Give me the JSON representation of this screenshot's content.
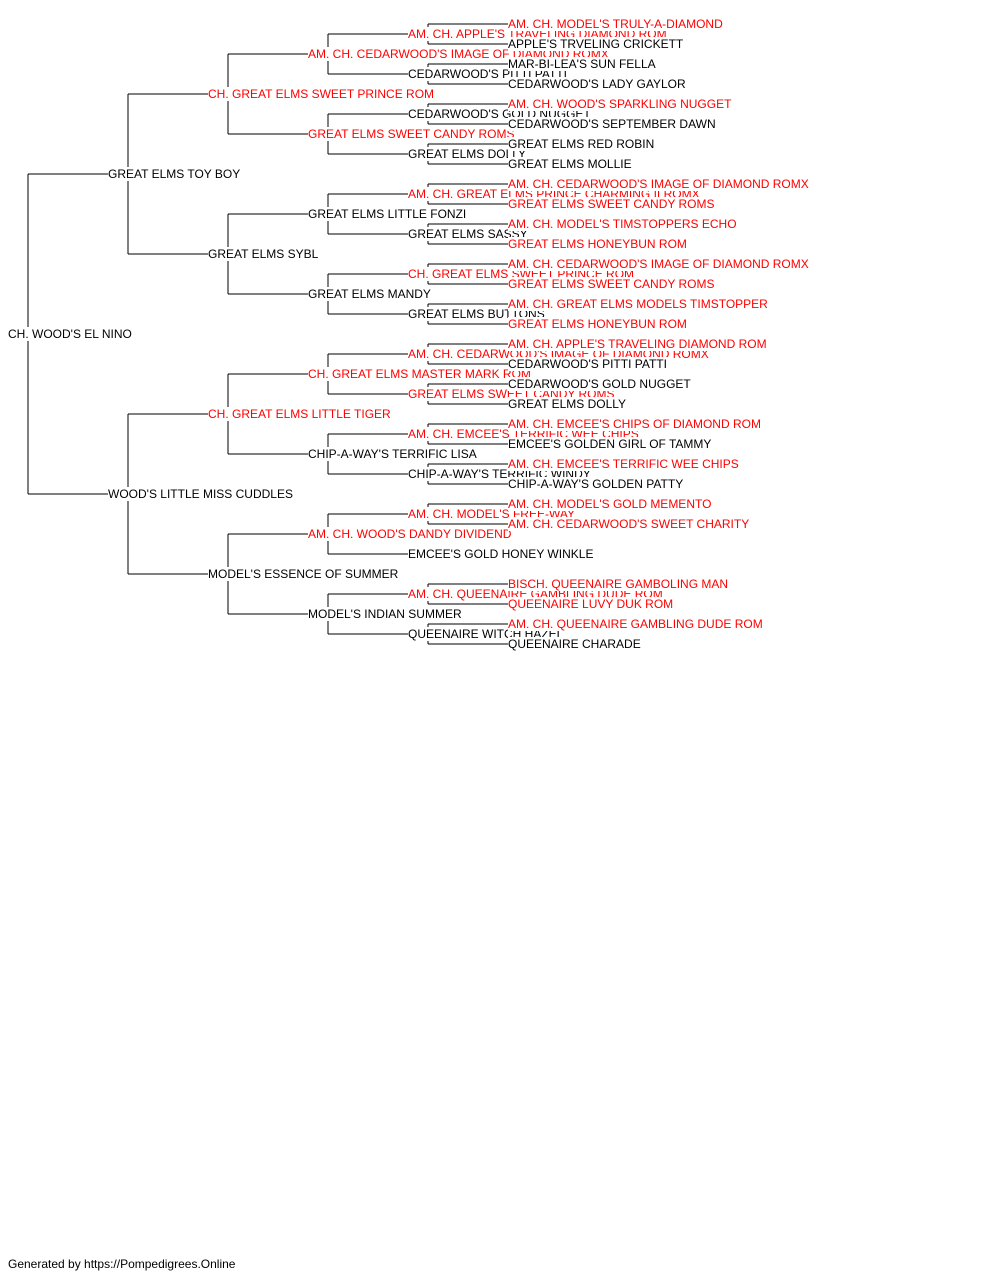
{
  "colors": {
    "champion": "#ff0000",
    "regular": "#000000",
    "line": "#000000"
  },
  "pedigree": {
    "name": "CH. WOOD'S EL NINO",
    "champion": false,
    "sire": {
      "name": "GREAT ELMS TOY BOY",
      "champion": false,
      "sire": {
        "name": "CH. GREAT ELMS SWEET PRINCE ROM",
        "champion": true,
        "sire": {
          "name": "AM. CH. CEDARWOOD'S IMAGE OF DIAMOND ROMX",
          "champion": true,
          "sire": {
            "name": "AM. CH. APPLE'S TRAVELING DIAMOND ROM",
            "champion": true,
            "sire": {
              "name": "AM. CH. MODEL'S TRULY-A-DIAMOND",
              "champion": true
            },
            "dam": {
              "name": "APPLE'S TRVELING CRICKETT",
              "champion": false
            }
          },
          "dam": {
            "name": "CEDARWOOD'S PITTI PATTI",
            "champion": false,
            "sire": {
              "name": "MAR-BI-LEA'S SUN FELLA",
              "champion": false
            },
            "dam": {
              "name": "CEDARWOOD'S LADY GAYLOR",
              "champion": false
            }
          }
        },
        "dam": {
          "name": "GREAT ELMS SWEET CANDY ROMS",
          "champion": true,
          "sire": {
            "name": "CEDARWOOD'S GOLD NUGGET",
            "champion": false,
            "sire": {
              "name": "AM. CH. WOOD'S SPARKLING NUGGET",
              "champion": true
            },
            "dam": {
              "name": "CEDARWOOD'S SEPTEMBER DAWN",
              "champion": false
            }
          },
          "dam": {
            "name": "GREAT ELMS DOLLY",
            "champion": false,
            "sire": {
              "name": "GREAT ELMS RED ROBIN",
              "champion": false
            },
            "dam": {
              "name": "GREAT ELMS MOLLIE",
              "champion": false
            }
          }
        }
      },
      "dam": {
        "name": "GREAT ELMS SYBL",
        "champion": false,
        "sire": {
          "name": "GREAT ELMS LITTLE FONZI",
          "champion": false,
          "sire": {
            "name": "AM. CH. GREAT ELMS PRINCE CHARMING II ROMX",
            "champion": true,
            "sire": {
              "name": "AM. CH. CEDARWOOD'S IMAGE OF DIAMOND ROMX",
              "champion": true
            },
            "dam": {
              "name": "GREAT ELMS SWEET CANDY ROMS",
              "champion": true
            }
          },
          "dam": {
            "name": "GREAT ELMS SASSY",
            "champion": false,
            "sire": {
              "name": "AM. CH. MODEL'S TIMSTOPPERS ECHO",
              "champion": true
            },
            "dam": {
              "name": "GREAT ELMS HONEYBUN ROM",
              "champion": true
            }
          }
        },
        "dam": {
          "name": "GREAT ELMS MANDY",
          "champion": false,
          "sire": {
            "name": "CH. GREAT ELMS SWEET PRINCE ROM",
            "champion": true,
            "sire": {
              "name": "AM. CH. CEDARWOOD'S IMAGE OF DIAMOND ROMX",
              "champion": true
            },
            "dam": {
              "name": "GREAT ELMS SWEET CANDY ROMS",
              "champion": true
            }
          },
          "dam": {
            "name": "GREAT ELMS BUTTONS",
            "champion": false,
            "sire": {
              "name": "AM. CH. GREAT ELMS MODELS TIMSTOPPER",
              "champion": true
            },
            "dam": {
              "name": "GREAT ELMS HONEYBUN ROM",
              "champion": true
            }
          }
        }
      }
    },
    "dam": {
      "name": "WOOD'S LITTLE MISS CUDDLES",
      "champion": false,
      "sire": {
        "name": "CH. GREAT ELMS LITTLE TIGER",
        "champion": true,
        "sire": {
          "name": "CH. GREAT ELMS MASTER MARK ROM",
          "champion": true,
          "sire": {
            "name": "AM. CH. CEDARWOOD'S IMAGE OF DIAMOND ROMX",
            "champion": true,
            "sire": {
              "name": "AM. CH. APPLE'S TRAVELING DIAMOND ROM",
              "champion": true
            },
            "dam": {
              "name": "CEDARWOOD'S PITTI PATTI",
              "champion": false
            }
          },
          "dam": {
            "name": "GREAT ELMS SWEET CANDY ROMS",
            "champion": true,
            "sire": {
              "name": "CEDARWOOD'S GOLD NUGGET",
              "champion": false
            },
            "dam": {
              "name": "GREAT ELMS DOLLY",
              "champion": false
            }
          }
        },
        "dam": {
          "name": "CHIP-A-WAY'S TERRIFIC LISA",
          "champion": false,
          "sire": {
            "name": "AM. CH. EMCEE'S TERRIFIC WEE CHIPS",
            "champion": true,
            "sire": {
              "name": "AM. CH. EMCEE'S CHIPS OF DIAMOND ROM",
              "champion": true
            },
            "dam": {
              "name": "EMCEE'S GOLDEN GIRL OF TAMMY",
              "champion": false
            }
          },
          "dam": {
            "name": "CHIP-A-WAY'S TERRIFIC WINDY",
            "champion": false,
            "sire": {
              "name": "AM. CH. EMCEE'S TERRIFIC WEE CHIPS",
              "champion": true
            },
            "dam": {
              "name": "CHIP-A-WAY'S GOLDEN PATTY",
              "champion": false
            }
          }
        }
      },
      "dam": {
        "name": "MODEL'S ESSENCE OF SUMMER",
        "champion": false,
        "sire": {
          "name": "AM. CH. WOOD'S DANDY DIVIDEND",
          "champion": true,
          "sire": {
            "name": "AM. CH. MODEL'S FREE-WAY",
            "champion": true,
            "sire": {
              "name": "AM. CH. MODEL'S GOLD MEMENTO",
              "champion": true
            },
            "dam": {
              "name": "AM. CH. CEDARWOOD'S SWEET CHARITY",
              "champion": true
            }
          },
          "dam": {
            "name": "EMCEE'S GOLD HONEY WINKLE",
            "champion": false
          }
        },
        "dam": {
          "name": "MODEL'S INDIAN SUMMER",
          "champion": false,
          "sire": {
            "name": "AM. CH. QUEENAIRE GAMBLING DUDE ROM",
            "champion": true,
            "sire": {
              "name": "BISCH. QUEENAIRE GAMBOLING MAN",
              "champion": true
            },
            "dam": {
              "name": "QUEENAIRE LUVY DUK ROM",
              "champion": true
            }
          },
          "dam": {
            "name": "QUEENAIRE WITCH HAZEL",
            "champion": false,
            "sire": {
              "name": "AM. CH. QUEENAIRE GAMBLING DUDE ROM",
              "champion": true
            },
            "dam": {
              "name": "QUEENAIRE CHARADE",
              "champion": false
            }
          }
        }
      }
    }
  },
  "footer": {
    "text": "Generated by https://Pompedigrees.Online"
  }
}
